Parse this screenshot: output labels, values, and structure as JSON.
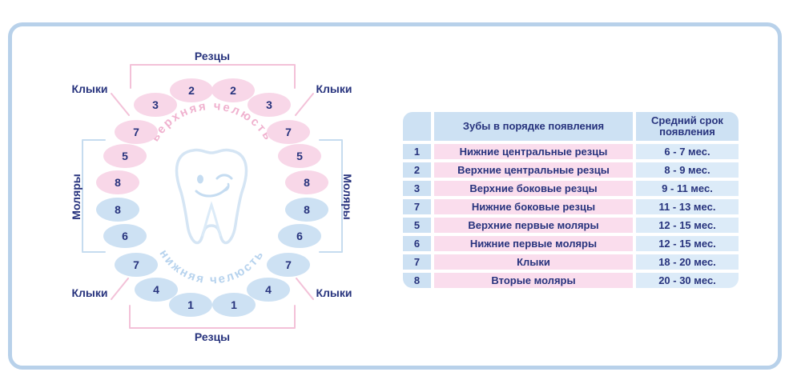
{
  "colors": {
    "navy_text": "#27337d",
    "pink_tooth_fill": "#f8d7e8",
    "blue_tooth_fill": "#cde1f3",
    "pink_line": "#f3c1d8",
    "blue_line": "#c6dcef",
    "table_header_blue": "#cde1f3",
    "table_time_blue": "#dcebf8",
    "table_row_pink": "#fadded",
    "arc_text_pink": "#f0b2cf",
    "arc_text_blue": "#b7d3ee",
    "frame_border": "#b8d1ea",
    "tooth_outline": "#d5e5f4"
  },
  "icons": {
    "center": "winking-tooth-icon"
  },
  "diagram": {
    "upper_jaw_arc_label": "верхняя челюсть",
    "lower_jaw_arc_label": "нижняя челюсть",
    "labels": {
      "incisors_top": "Резцы",
      "incisors_bottom": "Резцы",
      "canines_top_left": "Клыки",
      "canines_top_right": "Клыки",
      "canines_bottom_left": "Клыки",
      "canines_bottom_right": "Клыки",
      "molars_left": "Моляры",
      "molars_right": "Моляры"
    },
    "teeth": [
      {
        "label": "2",
        "jaw": "upper",
        "side": "left"
      },
      {
        "label": "2",
        "jaw": "upper",
        "side": "right"
      },
      {
        "label": "3",
        "jaw": "upper",
        "side": "left"
      },
      {
        "label": "3",
        "jaw": "upper",
        "side": "right"
      },
      {
        "label": "7",
        "jaw": "upper",
        "side": "left"
      },
      {
        "label": "7",
        "jaw": "upper",
        "side": "right"
      },
      {
        "label": "5",
        "jaw": "upper",
        "side": "left"
      },
      {
        "label": "5",
        "jaw": "upper",
        "side": "right"
      },
      {
        "label": "8",
        "jaw": "upper",
        "side": "left"
      },
      {
        "label": "8",
        "jaw": "upper",
        "side": "right"
      },
      {
        "label": "8",
        "jaw": "lower",
        "side": "left"
      },
      {
        "label": "8",
        "jaw": "lower",
        "side": "right"
      },
      {
        "label": "6",
        "jaw": "lower",
        "side": "left"
      },
      {
        "label": "6",
        "jaw": "lower",
        "side": "right"
      },
      {
        "label": "7",
        "jaw": "lower",
        "side": "left"
      },
      {
        "label": "7",
        "jaw": "lower",
        "side": "right"
      },
      {
        "label": "4",
        "jaw": "lower",
        "side": "left"
      },
      {
        "label": "4",
        "jaw": "lower",
        "side": "right"
      },
      {
        "label": "1",
        "jaw": "lower",
        "side": "left"
      },
      {
        "label": "1",
        "jaw": "lower",
        "side": "right"
      }
    ]
  },
  "table": {
    "headers": {
      "order_col": "Зубы в порядке появления",
      "time_col": "Средний срок появления"
    },
    "rows": [
      {
        "num": "1",
        "name": "Нижние центральные резцы",
        "time": "6 - 7 мес."
      },
      {
        "num": "2",
        "name": "Верхние центральные резцы",
        "time": "8 - 9 мес."
      },
      {
        "num": "3",
        "name": "Верхние боковые резцы",
        "time": "9 - 11 мес."
      },
      {
        "num": "7",
        "name": "Нижние боковые резцы",
        "time": "11 - 13 мес."
      },
      {
        "num": "5",
        "name": "Верхние первые моляры",
        "time": "12 - 15 мес."
      },
      {
        "num": "6",
        "name": "Нижние первые моляры",
        "time": "12 - 15 мес."
      },
      {
        "num": "7",
        "name": "Клыки",
        "time": "18 - 20 мес."
      },
      {
        "num": "8",
        "name": "Вторые моляры",
        "time": "20 - 30 мес."
      }
    ]
  }
}
